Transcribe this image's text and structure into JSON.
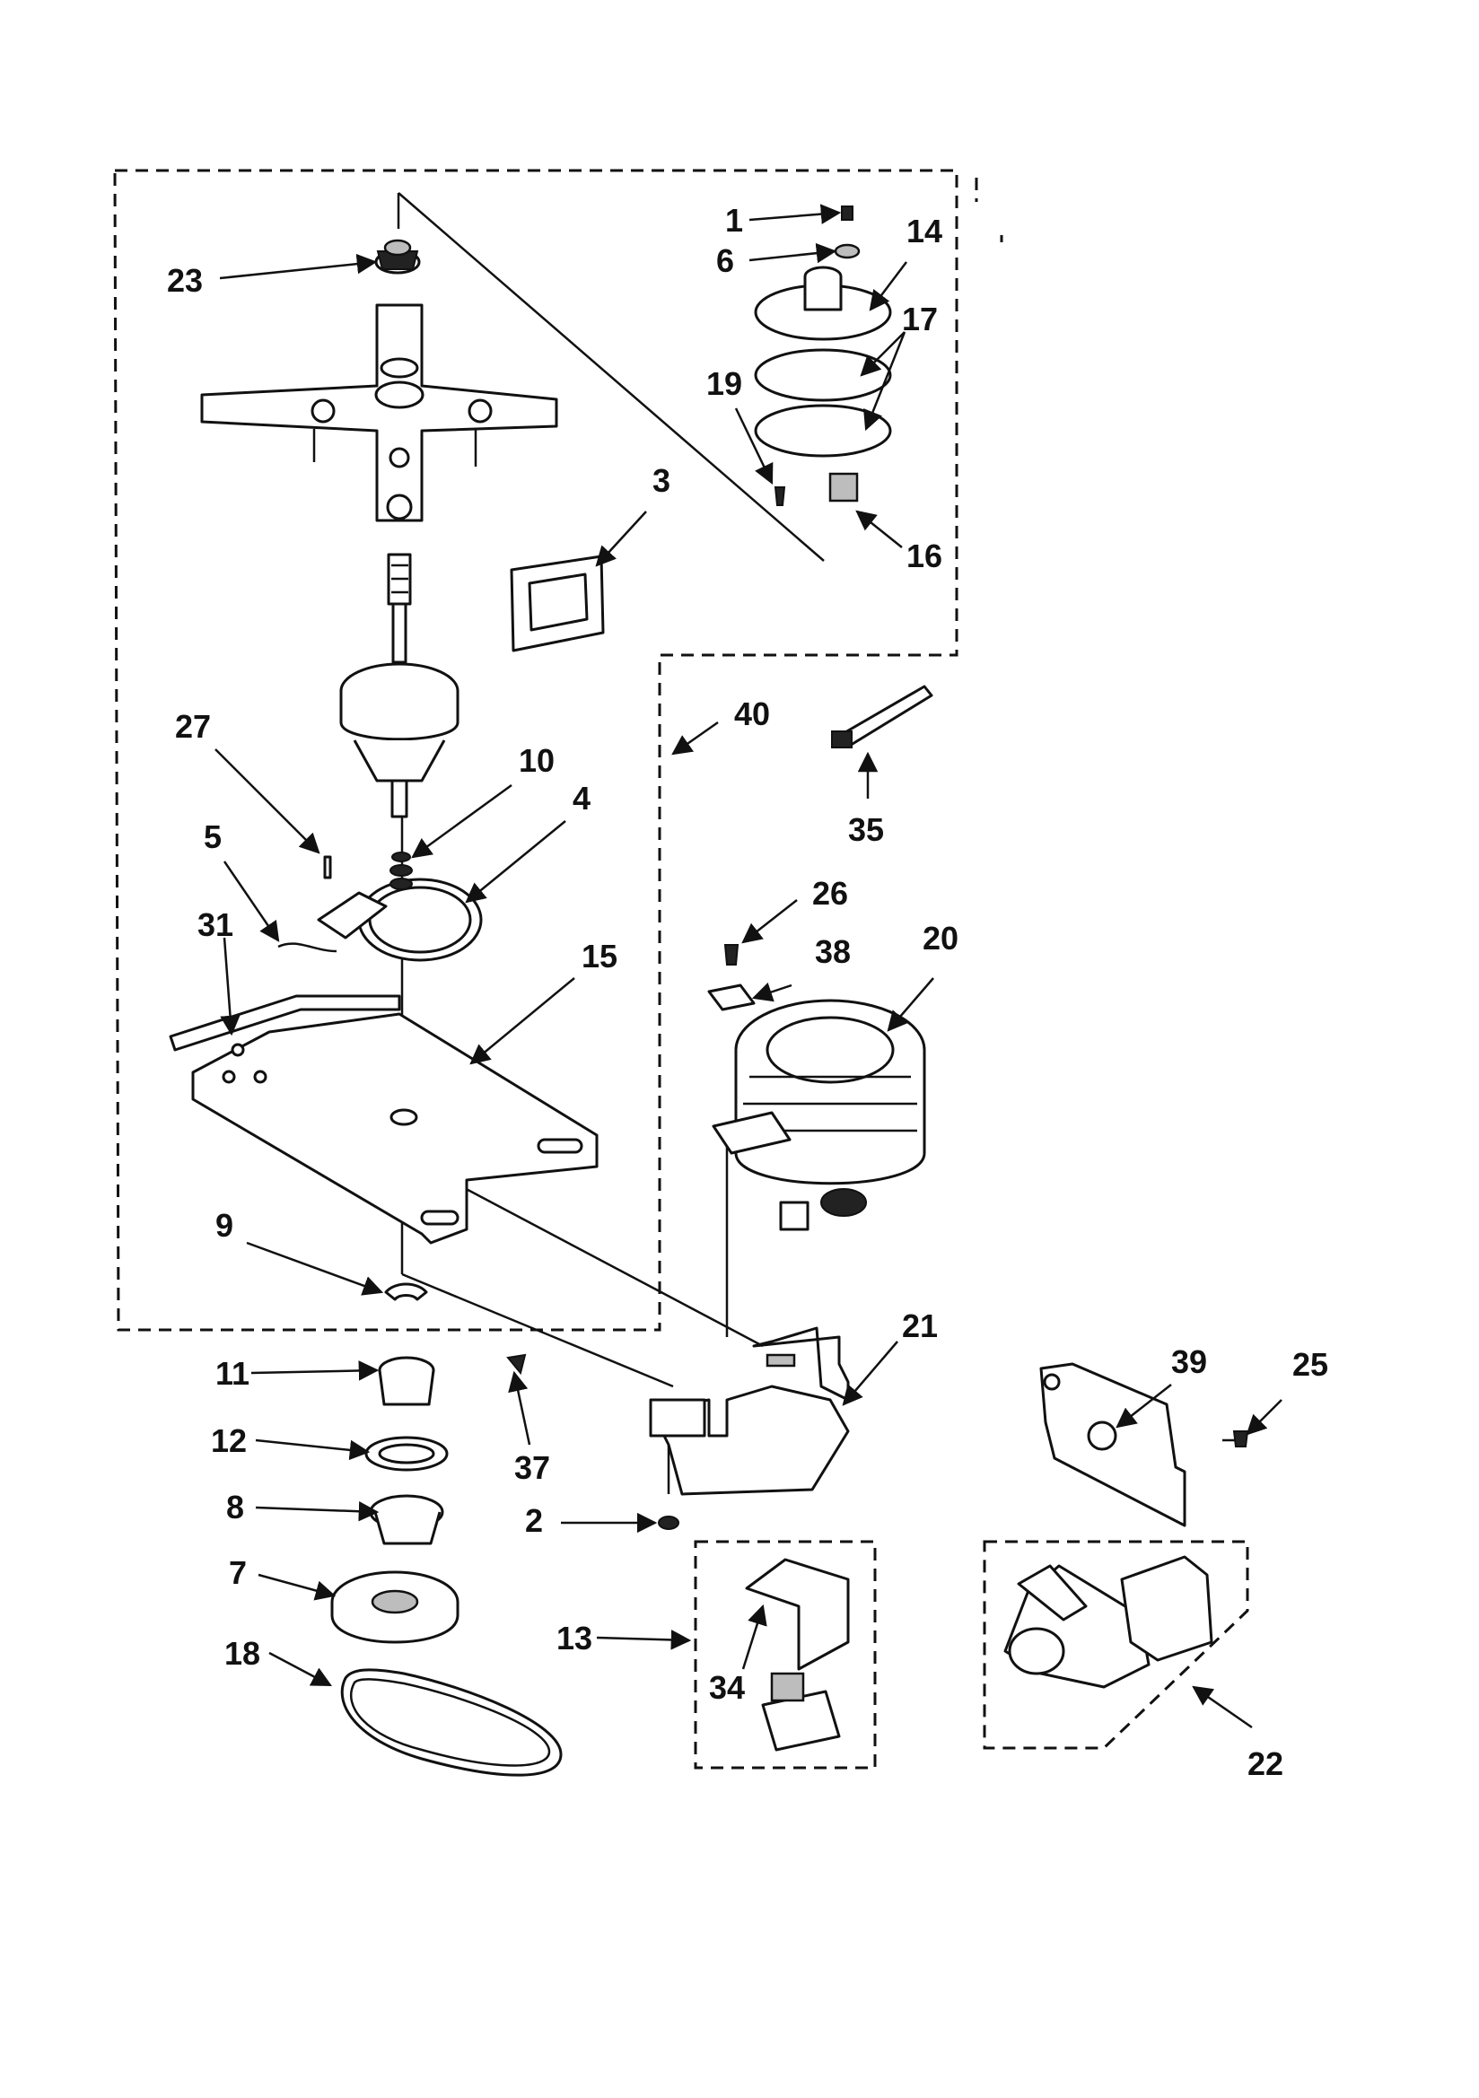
{
  "callouts": [
    {
      "id": "1",
      "text": "1"
    },
    {
      "id": "2",
      "text": "2"
    },
    {
      "id": "3",
      "text": "3"
    },
    {
      "id": "4",
      "text": "4"
    },
    {
      "id": "5",
      "text": "5"
    },
    {
      "id": "6",
      "text": "6"
    },
    {
      "id": "7",
      "text": "7"
    },
    {
      "id": "8",
      "text": "8"
    },
    {
      "id": "9",
      "text": "9"
    },
    {
      "id": "10",
      "text": "10"
    },
    {
      "id": "11",
      "text": "11"
    },
    {
      "id": "12",
      "text": "12"
    },
    {
      "id": "13",
      "text": "13"
    },
    {
      "id": "14",
      "text": "14"
    },
    {
      "id": "15",
      "text": "15"
    },
    {
      "id": "16",
      "text": "16"
    },
    {
      "id": "17",
      "text": "17"
    },
    {
      "id": "18",
      "text": "18"
    },
    {
      "id": "19",
      "text": "19"
    },
    {
      "id": "20",
      "text": "20"
    },
    {
      "id": "21",
      "text": "21"
    },
    {
      "id": "22",
      "text": "22"
    },
    {
      "id": "23",
      "text": "23"
    },
    {
      "id": "25",
      "text": "25"
    },
    {
      "id": "26",
      "text": "26"
    },
    {
      "id": "27",
      "text": "27"
    },
    {
      "id": "31",
      "text": "31"
    },
    {
      "id": "34",
      "text": "34"
    },
    {
      "id": "35",
      "text": "35"
    },
    {
      "id": "37",
      "text": "37"
    },
    {
      "id": "38",
      "text": "38"
    },
    {
      "id": "39",
      "text": "39"
    },
    {
      "id": "40",
      "text": "40"
    }
  ],
  "colors": {
    "ink": "#111111",
    "paper": "#ffffff",
    "shade": "#bdbdbd"
  }
}
